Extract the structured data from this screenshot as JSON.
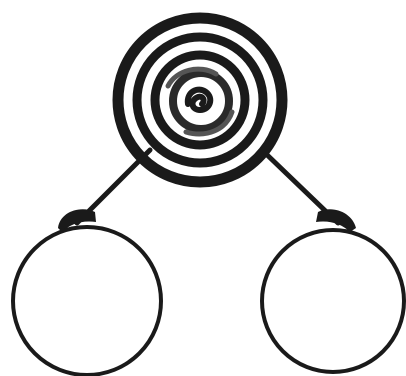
{
  "diagram": {
    "type": "tree",
    "nodes": [
      {
        "id": "root",
        "shape": "concentric-spiral-circle"
      },
      {
        "id": "left-child",
        "shape": "circle"
      },
      {
        "id": "right-child",
        "shape": "circle"
      }
    ],
    "edges": [
      {
        "from": "root",
        "to": "left-child"
      },
      {
        "from": "root",
        "to": "right-child"
      }
    ],
    "colors": {
      "ink": "#1a1a1a",
      "background": "#ffffff"
    }
  }
}
